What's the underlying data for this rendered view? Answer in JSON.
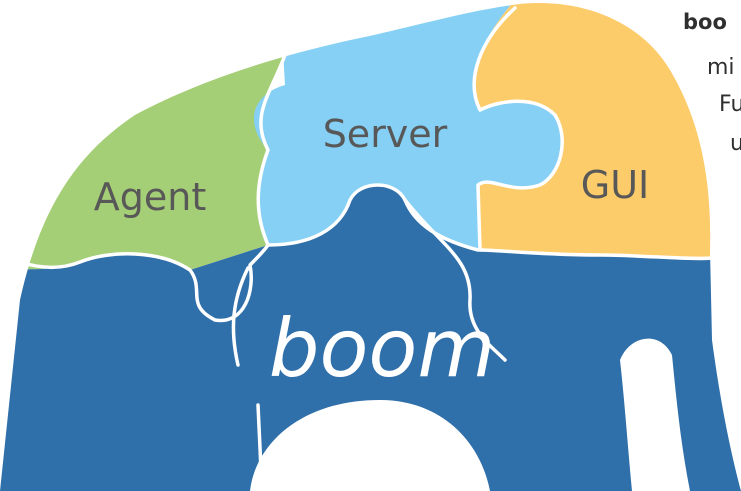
{
  "diagram": {
    "pieces": {
      "agent": {
        "label": "Agent",
        "color": "#a5cf76"
      },
      "server": {
        "label": "Server",
        "color": "#85d0f4"
      },
      "gui": {
        "label": "GUI",
        "color": "#fdcc6a"
      },
      "core": {
        "label": "boom",
        "color": "#2f6faa"
      }
    },
    "outline_color": "#ffffff",
    "label_color": "#585858"
  },
  "caption": {
    "line1": "boo",
    "line2": "mi",
    "line3": "Fu",
    "line4": "u"
  }
}
